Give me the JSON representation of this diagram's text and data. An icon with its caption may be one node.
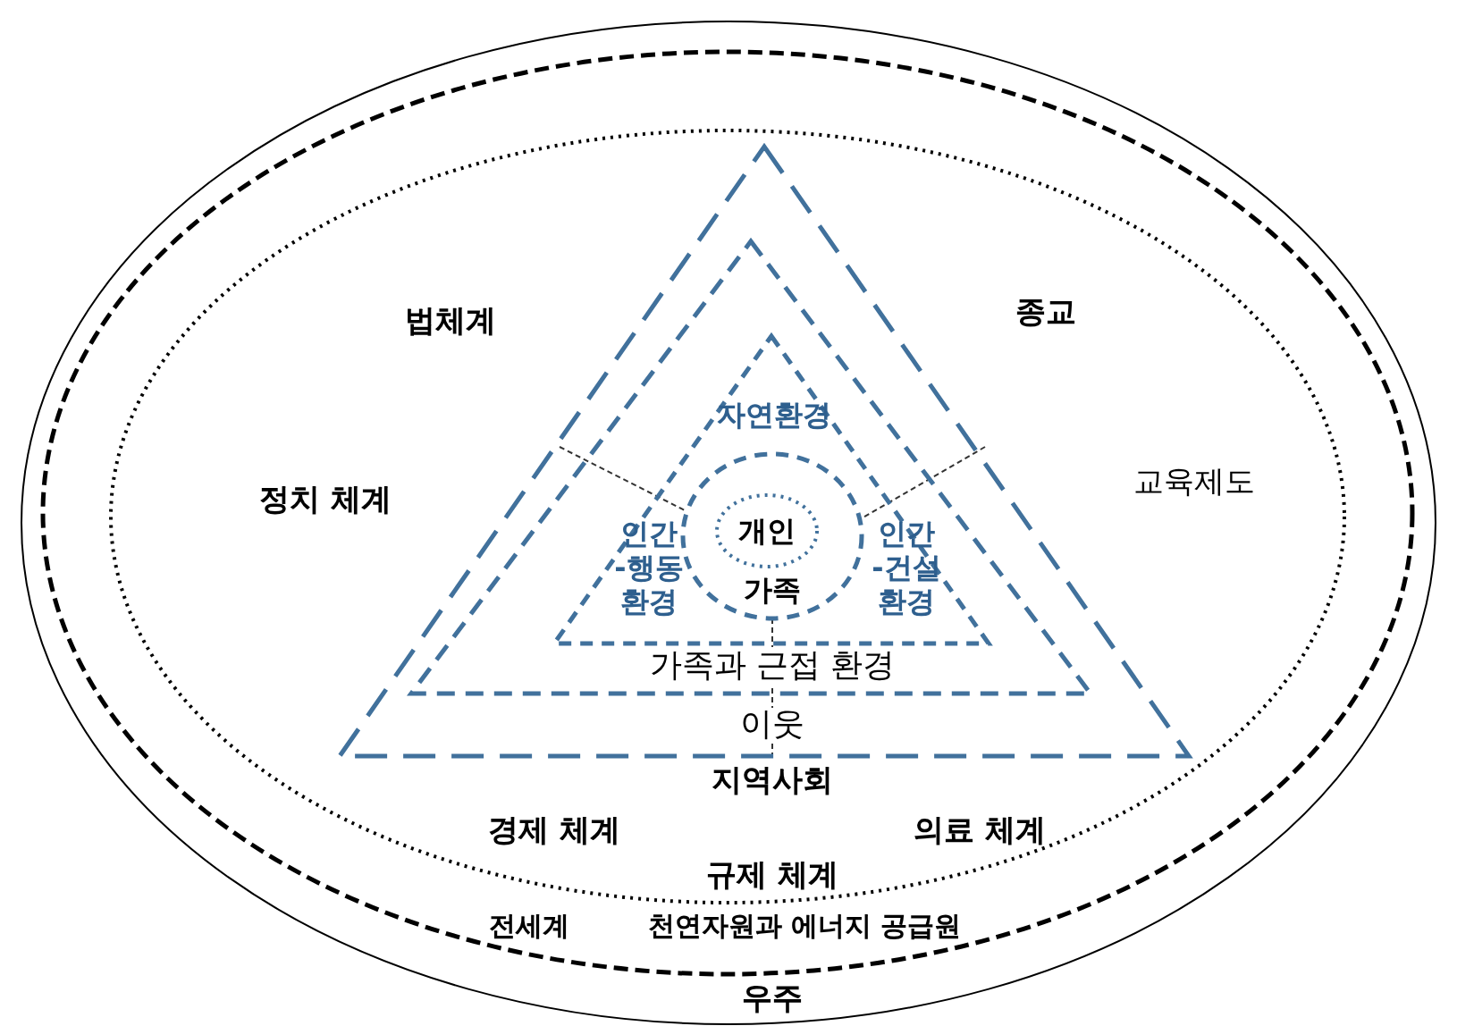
{
  "diagram": {
    "nodes": [
      {
        "text": [
          "우주"
        ]
      },
      {
        "text": [
          "전세계",
          "천연자원과 에너지 공급원"
        ],
        "in": 0
      },
      {
        "text": [
          "법체계",
          "종교",
          "정치 체계",
          "교육제도",
          "지역사회",
          "경제 체계",
          "의료 체계",
          "규제 체계"
        ],
        "in": 1
      },
      {
        "text": [
          "이웃"
        ],
        "in": 2
      },
      {
        "text": [
          "가족과 근접 환경"
        ],
        "in": 3
      },
      {
        "text": [
          "자연환경",
          "인간 -행동 환경",
          "인간 -건설 환경"
        ],
        "in": 4
      },
      {
        "text": [
          "가족"
        ],
        "in": 5
      },
      {
        "text": [
          "개인"
        ],
        "in": 6
      }
    ]
  }
}
